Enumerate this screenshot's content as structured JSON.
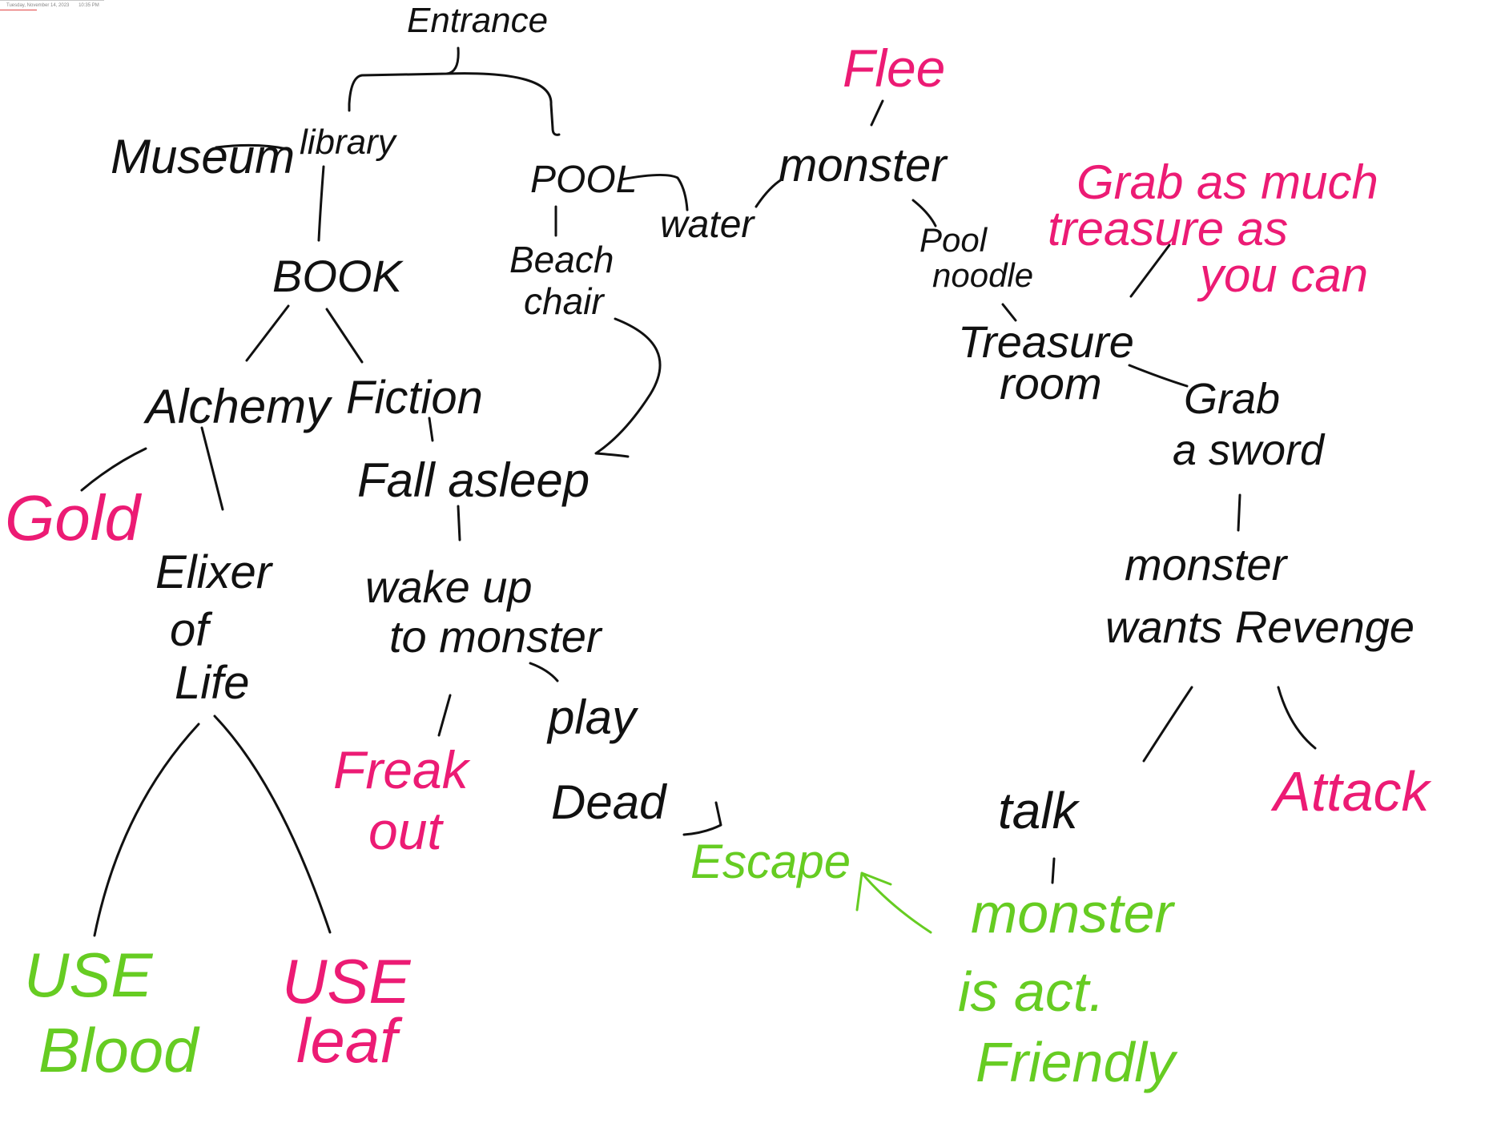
{
  "header": {
    "date": "Tuesday, November 14, 2023",
    "time": "10:35 PM"
  },
  "colors": {
    "ink": "#111111",
    "outcome_bad": "#ec1b74",
    "outcome_good": "#66cc22"
  },
  "nodes": {
    "entrance": "Entrance",
    "museum": "Museum",
    "library": "library",
    "book": "BOOK",
    "alchemy": "Alchemy",
    "fiction": "Fiction",
    "gold": "Gold",
    "elixir": [
      "Elixer",
      "of",
      "Life"
    ],
    "use_blood": [
      "USE",
      "Blood"
    ],
    "use_leaf": [
      "USE",
      "leaf"
    ],
    "fall_asleep": "Fall asleep",
    "wake_up": [
      "wake up",
      "to monster"
    ],
    "freak_out": [
      "Freak",
      "out"
    ],
    "play_dead": [
      "play",
      "Dead"
    ],
    "escape": "Escape",
    "pool": "POOL",
    "beach_chair": [
      "Beach",
      "chair"
    ],
    "water": "water",
    "monster": "monster",
    "flee": "Flee",
    "pool_noodle": [
      "Pool",
      "noodle"
    ],
    "treasure_room": [
      "Treasure",
      "room"
    ],
    "grab_treasure": [
      "Grab as much",
      "treasure as",
      "you can"
    ],
    "grab_sword": [
      "Grab",
      "a sword"
    ],
    "monster_revenge": [
      "monster",
      "wants Revenge"
    ],
    "talk": "talk",
    "attack": "Attack",
    "friendly": [
      "monster",
      "is act.",
      "Friendly"
    ]
  }
}
